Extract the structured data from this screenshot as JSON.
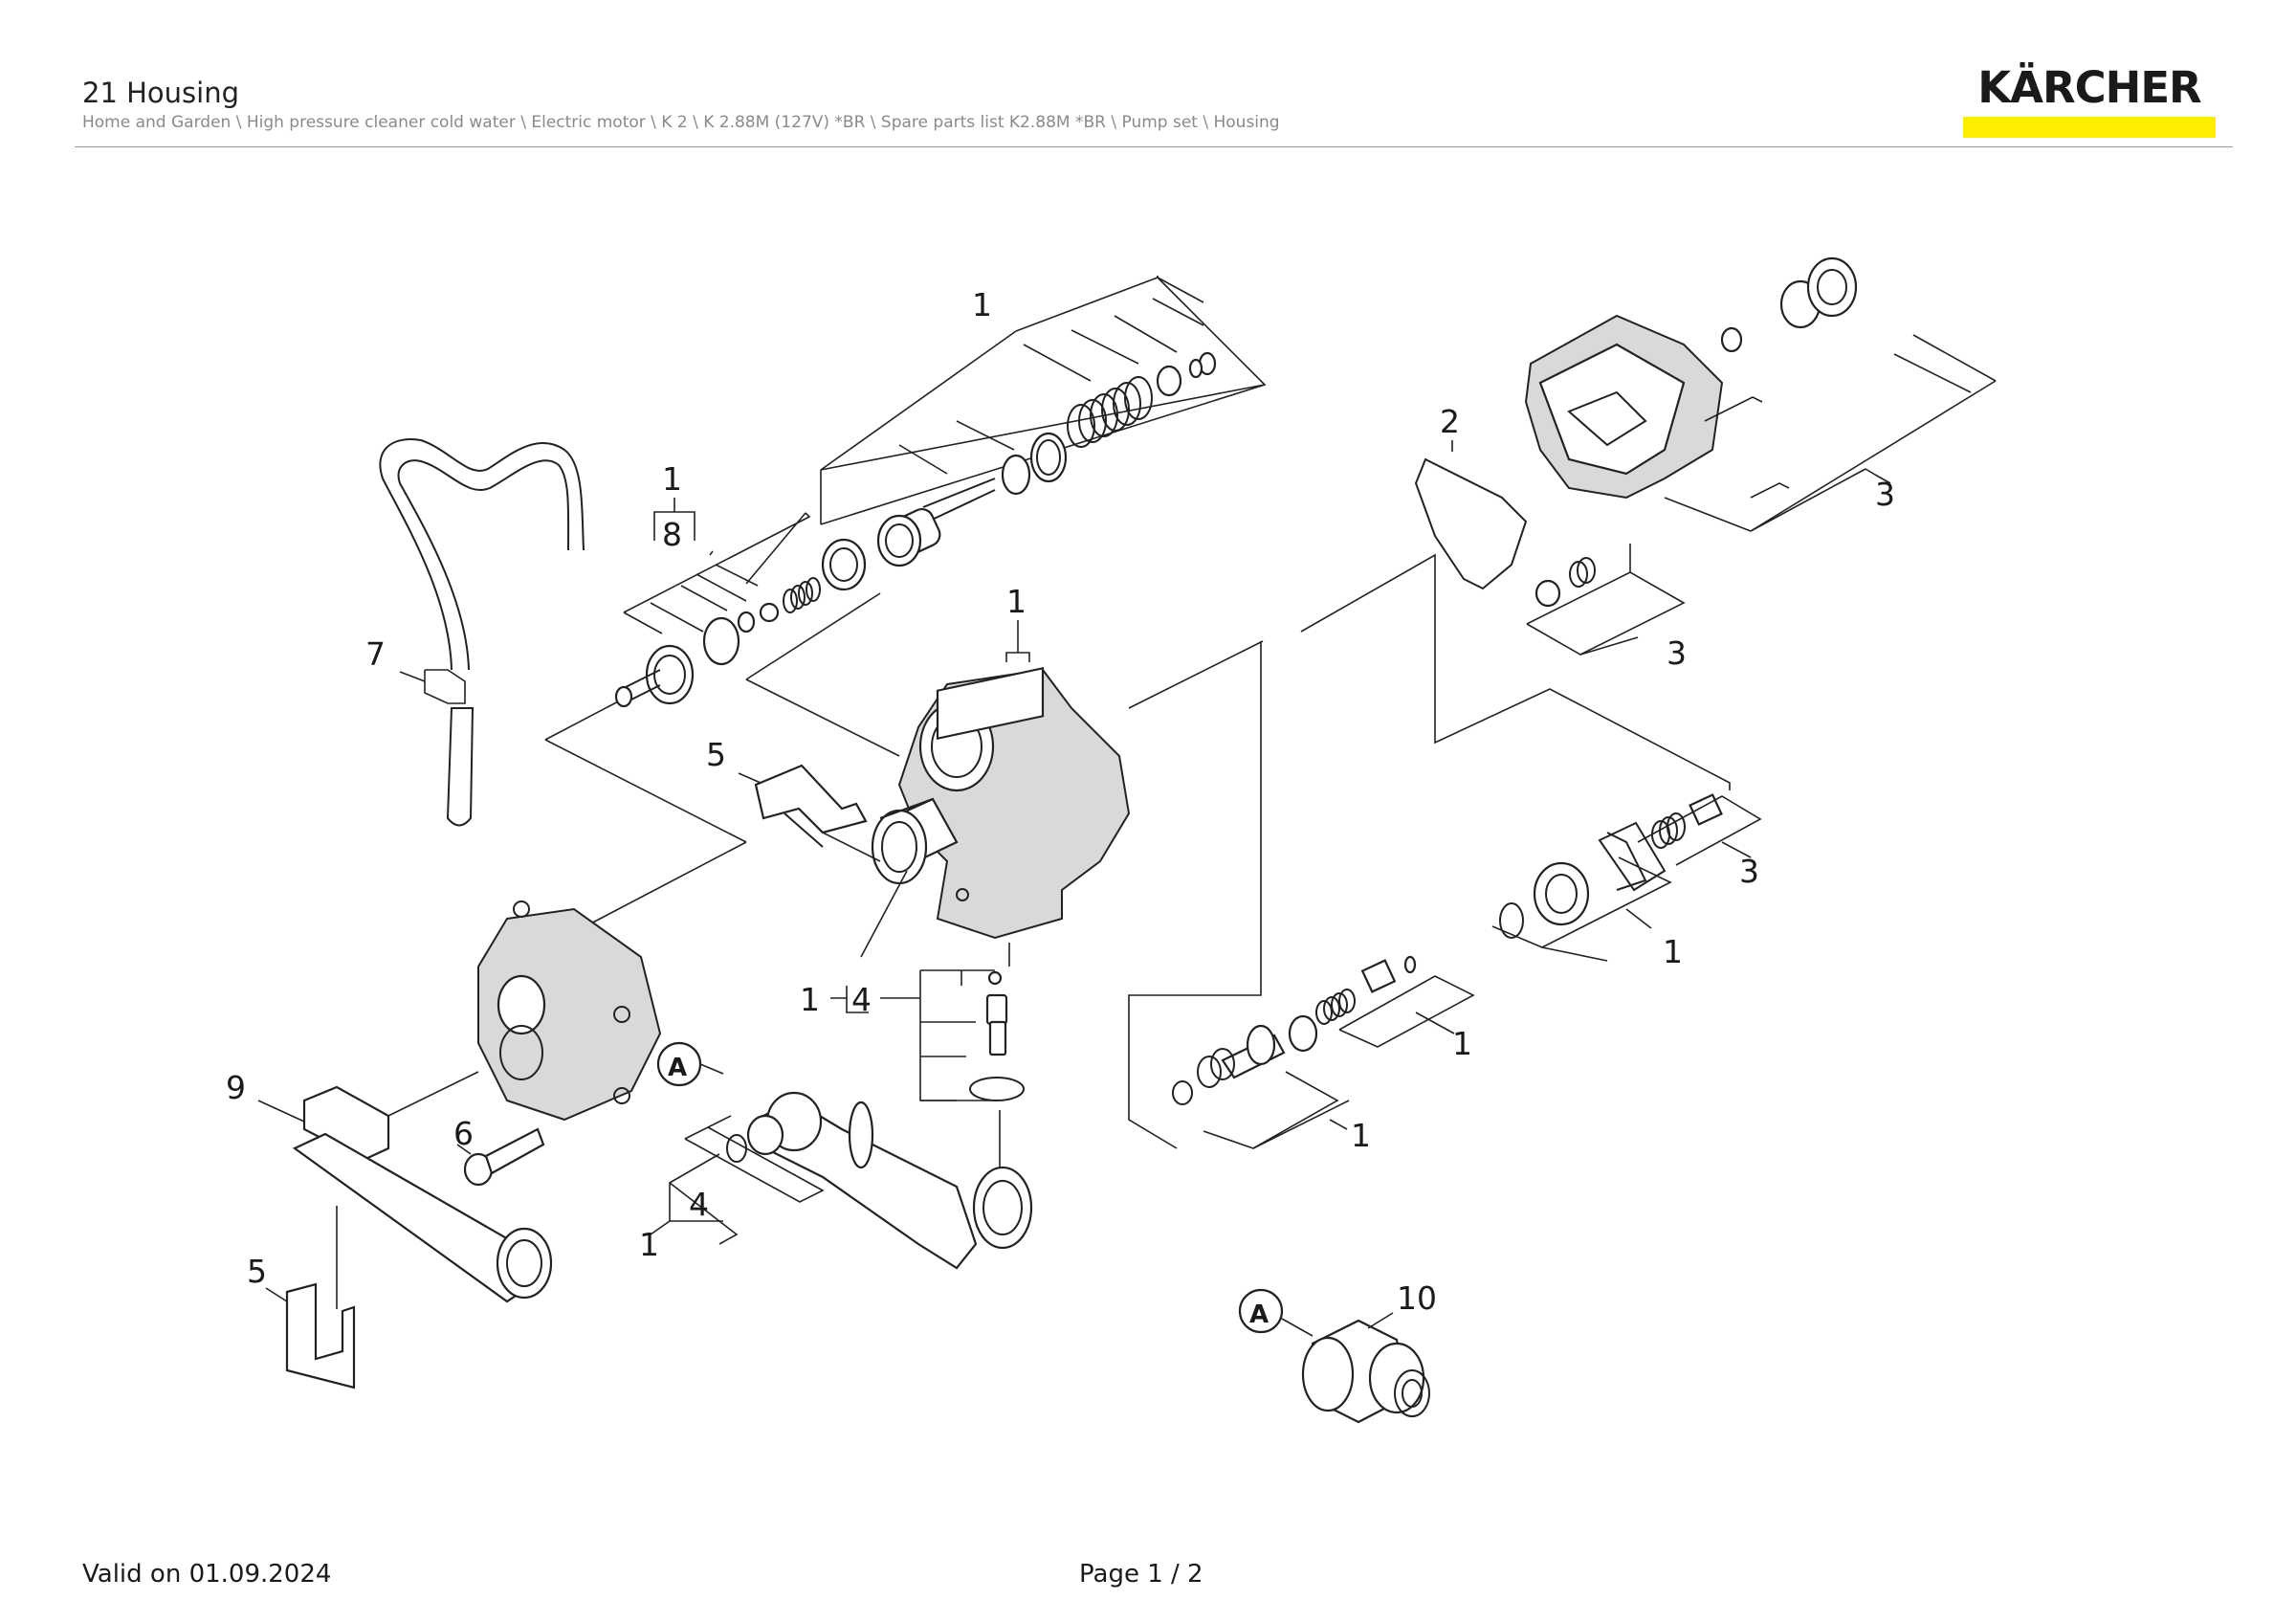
{
  "header": {
    "title": "21 Housing",
    "breadcrumb": "Home and Garden \\ High pressure cleaner cold water \\ Electric motor \\ K 2 \\ K 2.88M (127V) *BR \\ Spare parts list K2.88M *BR \\ Pump set \\ Housing",
    "logo_text": "KÄRCHER",
    "brand_color": "#ffed00"
  },
  "diagram": {
    "callouts": {
      "c1_top": "1",
      "c1_8_top": "1",
      "c8": "8",
      "c1_housing": "1",
      "c2": "2",
      "c3_top": "3",
      "c3_mid": "3",
      "c3_right": "3",
      "c7": "7",
      "c5_upper": "5",
      "c1_right": "1",
      "c1_4_upper": "1",
      "c4_upper": "4",
      "c1_mid_right": "1",
      "c1_lower_mid": "1",
      "c9": "9",
      "c6": "6",
      "c4_lower": "4",
      "c1_4_lower": "1",
      "c5_lower": "5",
      "c10": "10",
      "a_marker_1": "A",
      "a_marker_2": "A"
    }
  },
  "footer": {
    "valid": "Valid on 01.09.2024",
    "page": "Page 1 / 2"
  }
}
